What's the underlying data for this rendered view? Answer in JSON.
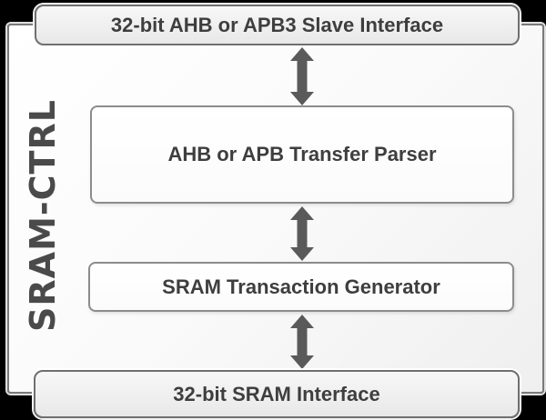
{
  "diagram": {
    "title": "SRAM-CTRL",
    "blocks": [
      {
        "id": "slave-if",
        "label": "32-bit AHB or APB3 Slave Interface",
        "style": "interface"
      },
      {
        "id": "parser",
        "label": "AHB or APB Transfer Parser",
        "style": "internal"
      },
      {
        "id": "generator",
        "label": "SRAM Transaction Generator",
        "style": "internal"
      },
      {
        "id": "sram-if",
        "label": "32-bit SRAM Interface",
        "style": "interface"
      }
    ],
    "connections": [
      {
        "from": "slave-if",
        "to": "parser",
        "type": "bidirectional"
      },
      {
        "from": "parser",
        "to": "generator",
        "type": "bidirectional"
      },
      {
        "from": "generator",
        "to": "sram-if",
        "type": "bidirectional"
      }
    ],
    "colors": {
      "background": "#000000",
      "outer_box_fill": "#f7f7f7",
      "outer_box_border": "#7a7a7a",
      "interface_box_fill": "#efefef",
      "interface_box_border": "#6f6f6f",
      "internal_box_fill": "#ffffff",
      "internal_box_border": "#8c8c8c",
      "arrow": "#5a5a5a",
      "label_text": "#3e3e3e",
      "title_text": "#4a4a4a"
    }
  }
}
